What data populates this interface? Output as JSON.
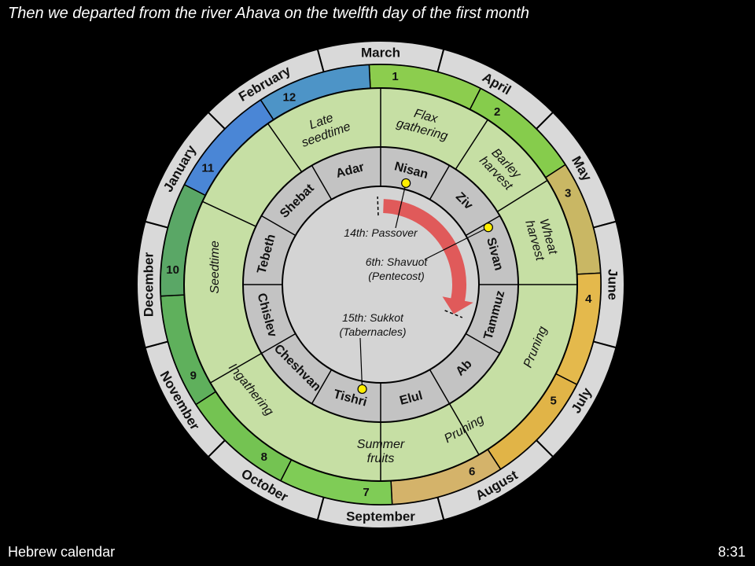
{
  "title": "Then we departed from the river Ahava on the twelfth day of the first month",
  "footer": {
    "left": "Hebrew calendar",
    "right": "8:31"
  },
  "gregorian_months": [
    "March",
    "April",
    "May",
    "June",
    "July",
    "August",
    "September",
    "October",
    "November",
    "December",
    "January",
    "February"
  ],
  "month_numbers": [
    "1",
    "2",
    "3",
    "4",
    "5",
    "6",
    "7",
    "8",
    "9",
    "10",
    "11",
    "12"
  ],
  "number_ring_colors": [
    "#8ccd4e",
    "#86cc4c",
    "#c9b764",
    "#e4b94c",
    "#e1b447",
    "#d4b36a",
    "#7fcc56",
    "#74c352",
    "#5fb05c",
    "#5aa766",
    "#4a86d6",
    "#4d94c7"
  ],
  "seasons": [
    {
      "lines": [
        "Flax",
        "gathering"
      ]
    },
    {
      "lines": [
        "Barley",
        "harvest"
      ]
    },
    {
      "lines": [
        "Wheat",
        "harvest"
      ]
    },
    {
      "lines": [
        "Pruning"
      ]
    },
    {
      "lines": [
        "Pruning"
      ]
    },
    {
      "lines": [
        "Summer",
        "fruits"
      ]
    },
    {
      "lines": [
        "Ingathering"
      ]
    },
    {
      "lines": [
        "Seedtime"
      ]
    },
    {
      "lines": [
        "Late",
        "seedtime"
      ]
    }
  ],
  "hebrew_months": [
    "Nisan",
    "Ziv",
    "Sivan",
    "Tammuz",
    "Ab",
    "Elul",
    "Tishri",
    "Cheshvan",
    "Chislev",
    "Tebeth",
    "Shebat",
    "Adar"
  ],
  "feasts": [
    {
      "lines": [
        "14th: Passover"
      ]
    },
    {
      "lines": [
        "6th: Shavuot",
        "(Pentecost)"
      ]
    },
    {
      "lines": [
        "15th: Sukkot",
        "(Tabernacles)"
      ]
    }
  ],
  "colors": {
    "outer_ring": "#d9d9d9",
    "season_ring": "#c6dfa4",
    "hebrew_ring": "#c3c3c3",
    "center": "#d4d4d4",
    "arrow": "#e05a5a",
    "marker": "#ffee00"
  }
}
